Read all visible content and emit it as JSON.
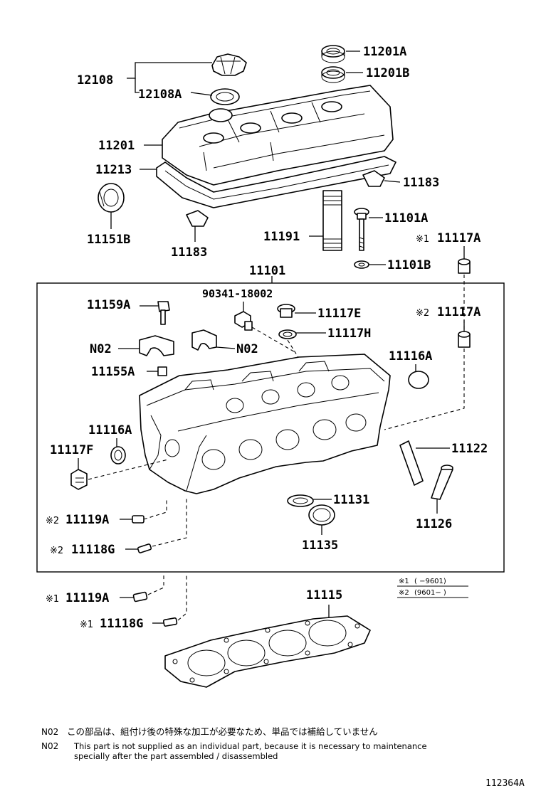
{
  "labels": {
    "l12108": "12108",
    "l12108A": "12108A",
    "l11201A": "11201A",
    "l11201B": "11201B",
    "l11201": "11201",
    "l11213": "11213",
    "l11183a": "11183",
    "l11151B": "11151B",
    "l11183b": "11183",
    "l11191": "11191",
    "l11101A": "11101A",
    "l11117A1": "11117A",
    "l11101B": "11101B",
    "l11101": "11101",
    "l90341": "90341-18002",
    "l11159A": "11159A",
    "l11117E": "11117E",
    "l11117A2": "11117A",
    "l11117H": "11117H",
    "lN02a": "N02",
    "lN02b": "N02",
    "l11116A1": "11116A",
    "l11155A": "11155A",
    "l11116A2": "11116A",
    "l11117F": "11117F",
    "l11122": "11122",
    "l11131": "11131",
    "l11119A2": "11119A",
    "l11126": "11126",
    "l11135": "11135",
    "l11118G2": "11118G",
    "l11119A1": "11119A",
    "l11115": "11115",
    "l11118G1": "11118G"
  },
  "marks": {
    "m1": "※1",
    "m2": "※2"
  },
  "legend": {
    "mark1": "※1",
    "range1": "(   −9601)",
    "mark2": "※2",
    "range2": "(9601−   )"
  },
  "notes": {
    "code1": "N02",
    "jp": "この部品は、組付け後の特殊な加工が必要なため、単品では補給していません",
    "code2": "N02",
    "en_line1": "This part is not supplied as an individual part, because it is necessary to maintenance",
    "en_line2": "specially after the part assembled / disassembled"
  },
  "figure_id": "112364A"
}
